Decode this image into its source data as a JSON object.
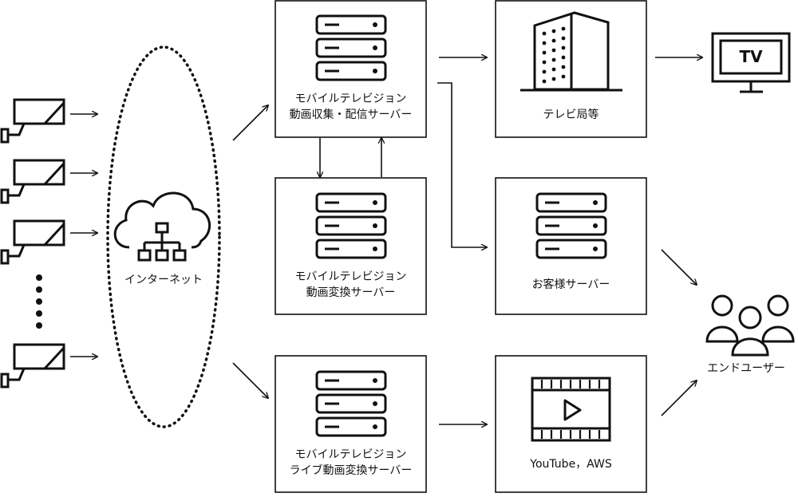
{
  "nodes": {
    "internet": {
      "label": "インターネット",
      "icon": "cloud-network-icon"
    },
    "collection_server": {
      "line1": "モバイルテレビジョン",
      "line2": "動画収集・配信サーバー",
      "icon": "server-icon"
    },
    "conversion_server": {
      "line1": "モバイルテレビジョン",
      "line2": "動画変換サーバー",
      "icon": "server-icon"
    },
    "live_server": {
      "line1": "モバイルテレビジョン",
      "line2": "ライブ動画変換サーバー",
      "icon": "server-icon"
    },
    "tv_station": {
      "label": "テレビ局等",
      "icon": "building-icon"
    },
    "customer_server": {
      "label": "お客様サーバー",
      "icon": "server-icon"
    },
    "youtube_aws": {
      "label": "YouTube，AWS",
      "icon": "video-player-icon"
    },
    "tv": {
      "label": "TV",
      "icon": "tv-icon"
    },
    "end_user": {
      "label": "エンドユーザー",
      "icon": "users-icon"
    }
  },
  "cameras": {
    "count": 4,
    "icon": "security-camera-icon"
  },
  "colors": {
    "stroke": "#111111",
    "background": "#ffffff"
  }
}
